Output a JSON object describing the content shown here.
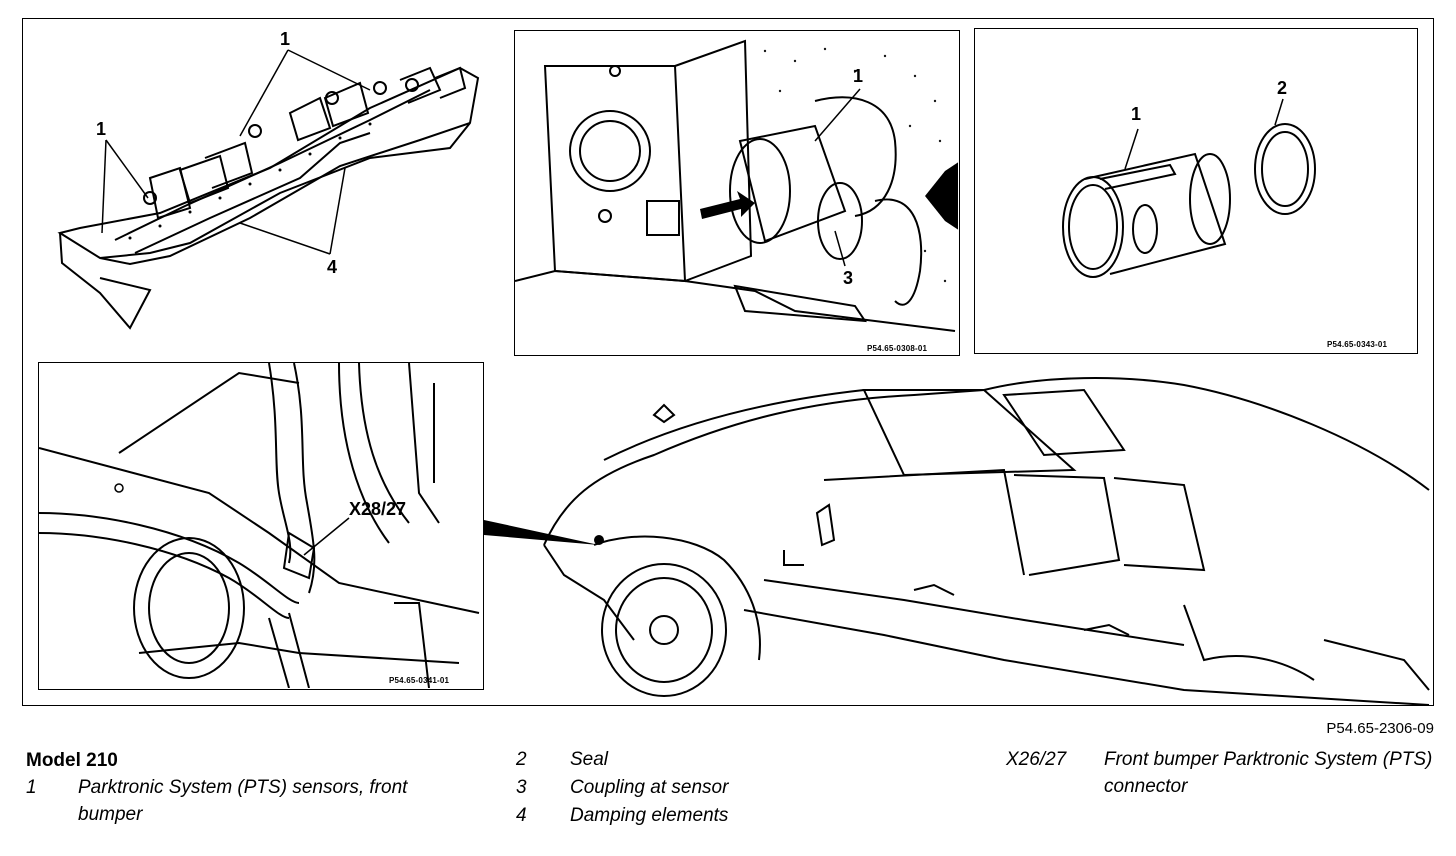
{
  "figure_id": "P54.65-2306-09",
  "panels": {
    "bumper": {
      "callouts": [
        "1",
        "1",
        "4"
      ]
    },
    "connector": {
      "callouts": [
        "1",
        "3"
      ],
      "fig_code": "P54.65-0308-01"
    },
    "sensor": {
      "callouts": [
        "1",
        "2"
      ],
      "fig_code": "P54.65-0343-01"
    },
    "harness": {
      "callouts": [
        "X28/27"
      ],
      "fig_code": "P54.65-0341-01"
    }
  },
  "legend": {
    "title": "Model 210",
    "items": [
      {
        "num": "1",
        "text": "Parktronic System (PTS) sensors, front bumper"
      },
      {
        "num": "2",
        "text": "Seal"
      },
      {
        "num": "3",
        "text": "Coupling at sensor"
      },
      {
        "num": "4",
        "text": "Damping elements"
      },
      {
        "num": "X26/27",
        "text": "Front bumper Parktronic System (PTS) connector"
      }
    ]
  }
}
